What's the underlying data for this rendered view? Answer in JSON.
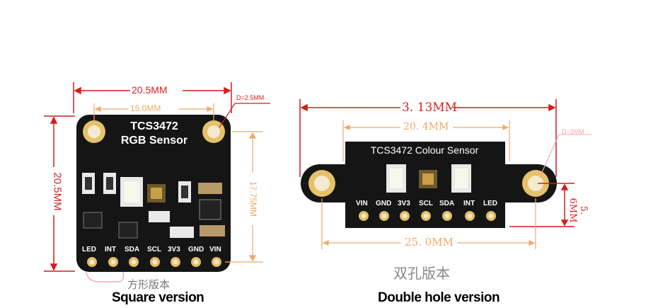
{
  "square": {
    "width_dim": "20.5MM",
    "hole_spacing_dim": "15.0MM",
    "hole_diameter_dim": "D=2.5MM",
    "height_dim": "20.5MM",
    "pin_height_dim": "17.75MM",
    "title_line1": "TCS3472",
    "title_line2": "RGB Sensor",
    "pins": [
      "LED",
      "INT",
      "SDA",
      "SCL",
      "3V3",
      "GND",
      "VIN"
    ],
    "cn_caption": "方形版本",
    "caption": "Square version"
  },
  "double": {
    "width_dim": "3. 13MM",
    "pin_span_dim": "20. 4MM",
    "hole_diameter_dim": "D=3MM",
    "height_dim": "5. 6MM",
    "hole_spacing_dim": "25. 0MM",
    "title": "TCS3472 Colour Sensor",
    "pins": [
      "VIN",
      "GND",
      "3V3",
      "SCL",
      "SDA",
      "INT",
      "LED"
    ],
    "cn_caption": "双孔版本",
    "caption": "Double hole version"
  },
  "colors": {
    "pcb": "#151515",
    "dimension": "#d41c1c",
    "dimension_light": "#f0a96a",
    "pad": "#d9b35a"
  }
}
